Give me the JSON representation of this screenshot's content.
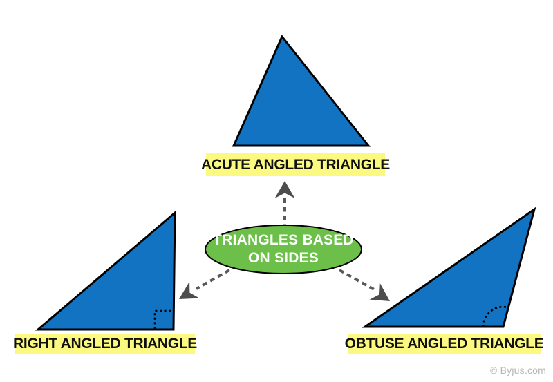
{
  "center": {
    "line1": "TRIANGLES BASED",
    "line2": "ON SIDES",
    "full_label": "TRIANGLES BASED ON SIDES",
    "fill": "#6cc04a",
    "text_color": "#ffffff"
  },
  "labels": {
    "acute": "ACUTE ANGLED TRIANGLE",
    "right": "RIGHT ANGLED TRIANGLE",
    "obtuse": "OBTUSE ANGLED TRIANGLE"
  },
  "watermark": {
    "text": "© Byjus.com",
    "color": "#b5b5b5"
  },
  "colors": {
    "triangle_fill": "#1173c2",
    "triangle_stroke": "#000000",
    "label_bg": "#fbf980",
    "label_text": "#101010",
    "arrow_dash": "#58595b",
    "arrowhead": "#4d4d4d",
    "ellipse_border": "#000000",
    "background": "#ffffff"
  },
  "diagram": {
    "type": "radial",
    "center_label": "TRIANGLES BASED ON SIDES",
    "branches": [
      {
        "id": "acute",
        "label": "ACUTE ANGLED TRIANGLE",
        "shape": "acute triangle",
        "marker": "none",
        "position": "top"
      },
      {
        "id": "right",
        "label": "RIGHT ANGLED TRIANGLE",
        "shape": "right triangle",
        "marker": "right-angle-square",
        "position": "bottom-left"
      },
      {
        "id": "obtuse",
        "label": "OBTUSE ANGLED TRIANGLE",
        "shape": "obtuse triangle",
        "marker": "obtuse-angle-arc",
        "position": "bottom-right"
      }
    ]
  }
}
